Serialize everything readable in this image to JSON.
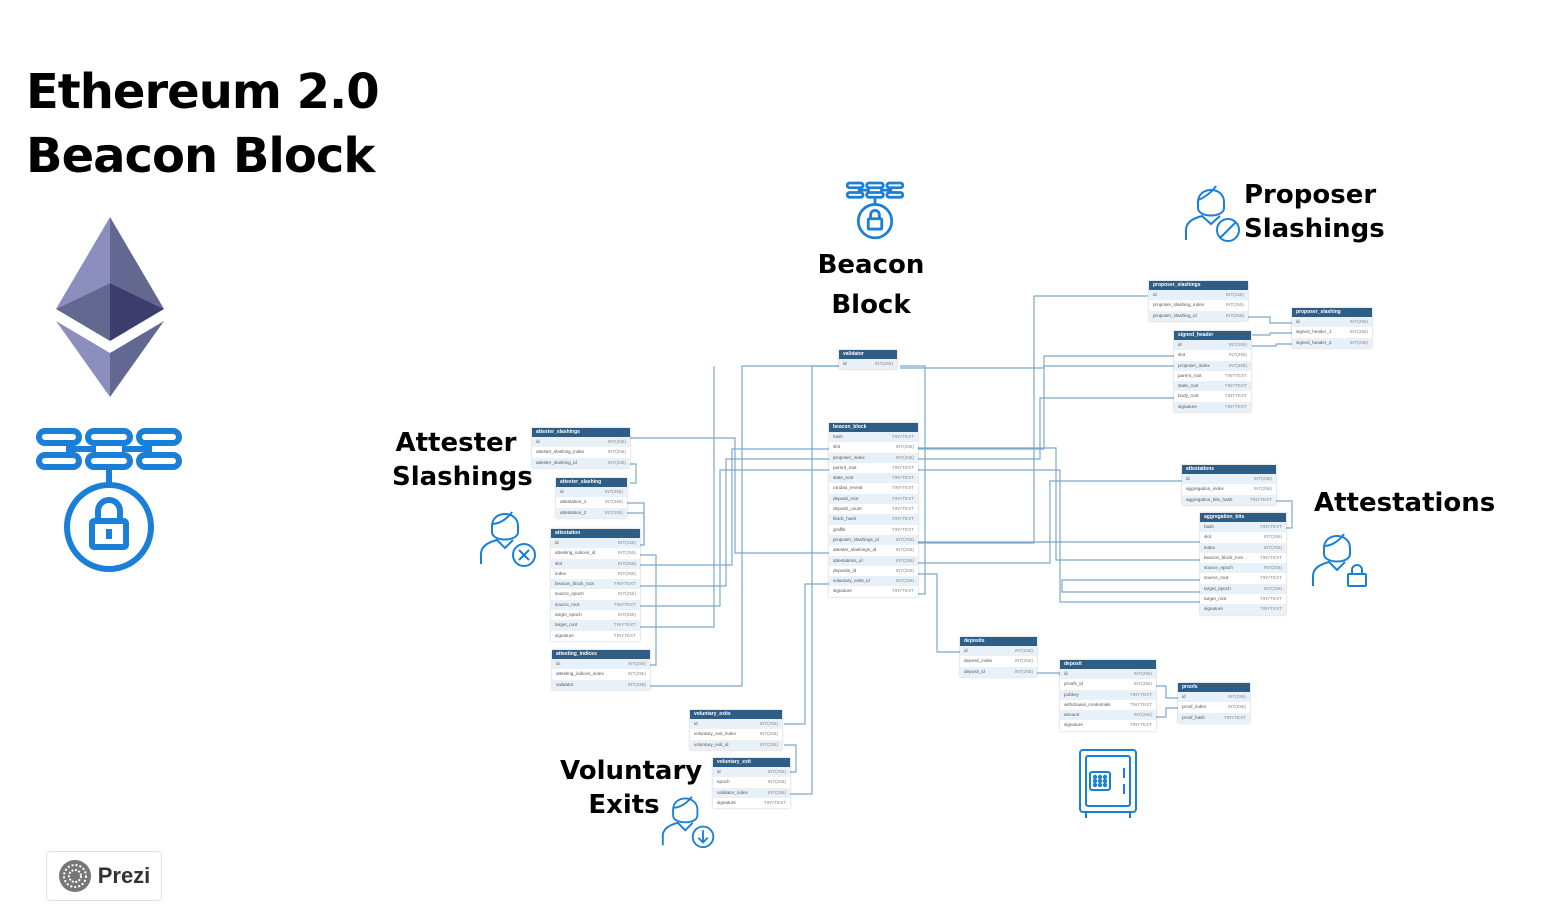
{
  "title": {
    "line1": "Ethereum 2.0",
    "line2": "Beacon Block"
  },
  "labels": {
    "beacon_block": [
      "Beacon",
      "Block"
    ],
    "proposer_slashings": [
      "Proposer",
      "Slashings"
    ],
    "attester_slashings": [
      "Attester",
      "Slashings"
    ],
    "attestations": [
      "Attestations"
    ],
    "voluntary_exits": [
      "Voluntary",
      "Exits"
    ]
  },
  "brand": {
    "name": "Prezi"
  },
  "colors": {
    "accent": "#1a7fd8",
    "table_header": "#2e5d86",
    "wire": "#7da9cc",
    "eth_light": "#8c8fbe",
    "eth_dark": "#3c3c3d"
  },
  "tables": {
    "validator": {
      "title": "validator",
      "rows": [
        [
          "id",
          "INT(255)"
        ]
      ]
    },
    "beacon_block": {
      "title": "beacon_block",
      "rows": [
        [
          "hash",
          "TINYTEXT"
        ],
        [
          "slot",
          "INT(255)"
        ],
        [
          "proposer_index",
          "INT(255)"
        ],
        [
          "parent_root",
          "TINYTEXT"
        ],
        [
          "state_root",
          "TINYTEXT"
        ],
        [
          "randao_reveal",
          "TINYTEXT"
        ],
        [
          "deposit_root",
          "TINYTEXT"
        ],
        [
          "deposit_count",
          "TINYTEXT"
        ],
        [
          "block_hash",
          "TINYTEXT"
        ],
        [
          "graffiti",
          "TINYTEXT"
        ],
        [
          "proposer_slashings_id",
          "INT(255)"
        ],
        [
          "attester_slashings_id",
          "INT(255)"
        ],
        [
          "attestations_id",
          "INT(255)"
        ],
        [
          "deposits_id",
          "INT(255)"
        ],
        [
          "voluntary_exits_id",
          "INT(255)"
        ],
        [
          "signature",
          "TINYTEXT"
        ]
      ]
    },
    "proposer_slashings": {
      "title": "proposer_slashings",
      "rows": [
        [
          "id",
          "INT(255)"
        ],
        [
          "proposer_slashing_index",
          "INT(255)"
        ],
        [
          "proposer_slashing_id",
          "INT(255)"
        ]
      ]
    },
    "proposer_slashing": {
      "title": "proposer_slashing",
      "rows": [
        [
          "id",
          "INT(255)"
        ],
        [
          "signed_header_1",
          "INT(255)"
        ],
        [
          "signed_header_2",
          "INT(255)"
        ]
      ]
    },
    "signed_header": {
      "title": "signed_header",
      "rows": [
        [
          "id",
          "INT(255)"
        ],
        [
          "slot",
          "INT(255)"
        ],
        [
          "proposer_index",
          "INT(255)"
        ],
        [
          "parent_root",
          "TINYTEXT"
        ],
        [
          "state_root",
          "TINYTEXT"
        ],
        [
          "body_root",
          "TINYTEXT"
        ],
        [
          "signature",
          "TINYTEXT"
        ]
      ]
    },
    "attester_slashings": {
      "title": "attester_slashings",
      "rows": [
        [
          "id",
          "INT(255)"
        ],
        [
          "attester_slashing_index",
          "INT(255)"
        ],
        [
          "attester_slashing_id",
          "INT(255)"
        ]
      ]
    },
    "attester_slashing": {
      "title": "attester_slashing",
      "rows": [
        [
          "id",
          "INT(255)"
        ],
        [
          "attestation_1",
          "INT(255)"
        ],
        [
          "attestation_2",
          "INT(255)"
        ]
      ]
    },
    "attestation": {
      "title": "attestation",
      "rows": [
        [
          "id",
          "INT(255)"
        ],
        [
          "attesting_indices_id",
          "INT(255)"
        ],
        [
          "slot",
          "INT(255)"
        ],
        [
          "index",
          "INT(255)"
        ],
        [
          "beacon_block_root",
          "TINYTEXT"
        ],
        [
          "source_epoch",
          "INT(255)"
        ],
        [
          "source_root",
          "TINYTEXT"
        ],
        [
          "target_epoch",
          "INT(255)"
        ],
        [
          "target_root",
          "TINYTEXT"
        ],
        [
          "signature",
          "TINYTEXT"
        ]
      ]
    },
    "attesting_indices": {
      "title": "attesting_indices",
      "rows": [
        [
          "id",
          "INT(255)"
        ],
        [
          "attesting_indices_index",
          "INT(255)"
        ],
        [
          "validator",
          "INT(255)"
        ]
      ]
    },
    "attestations": {
      "title": "attestations",
      "rows": [
        [
          "id",
          "INT(255)"
        ],
        [
          "aggregation_index",
          "INT(255)"
        ],
        [
          "aggregation_bits_hash",
          "TINYTEXT"
        ]
      ]
    },
    "aggregation_bits": {
      "title": "aggregation_bits",
      "rows": [
        [
          "hash",
          "TINYTEXT"
        ],
        [
          "slot",
          "INT(255)"
        ],
        [
          "index",
          "INT(255)"
        ],
        [
          "beacon_block_root",
          "TINYTEXT"
        ],
        [
          "source_epoch",
          "INT(255)"
        ],
        [
          "source_root",
          "TINYTEXT"
        ],
        [
          "target_epoch",
          "INT(255)"
        ],
        [
          "target_root",
          "TINYTEXT"
        ],
        [
          "signature",
          "TINYTEXT"
        ]
      ]
    },
    "deposits": {
      "title": "deposits",
      "rows": [
        [
          "id",
          "INT(255)"
        ],
        [
          "deposit_index",
          "INT(255)"
        ],
        [
          "deposit_id",
          "INT(255)"
        ]
      ]
    },
    "deposit": {
      "title": "deposit",
      "rows": [
        [
          "id",
          "INT(255)"
        ],
        [
          "proofs_id",
          "INT(255)"
        ],
        [
          "pubkey",
          "TINYTEXT"
        ],
        [
          "withdrawal_credentials",
          "TINYTEXT"
        ],
        [
          "amount",
          "INT(255)"
        ],
        [
          "signature",
          "TINYTEXT"
        ]
      ]
    },
    "proofs": {
      "title": "proofs",
      "rows": [
        [
          "id",
          "INT(255)"
        ],
        [
          "proof_index",
          "INT(255)"
        ],
        [
          "proof_hash",
          "TINYTEXT"
        ]
      ]
    },
    "voluntary_exits": {
      "title": "voluntary_exits",
      "rows": [
        [
          "id",
          "INT(255)"
        ],
        [
          "voluntary_exit_index",
          "INT(255)"
        ],
        [
          "voluntary_exit_id",
          "INT(255)"
        ]
      ]
    },
    "voluntary_exit": {
      "title": "voluntary_exit",
      "rows": [
        [
          "id",
          "INT(255)"
        ],
        [
          "epoch",
          "INT(255)"
        ],
        [
          "validator_index",
          "INT(255)"
        ],
        [
          "signature",
          "TINYTEXT"
        ]
      ]
    }
  }
}
